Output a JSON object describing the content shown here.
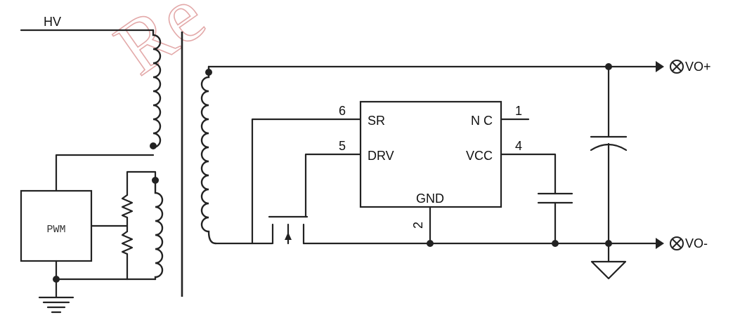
{
  "watermark": "Re",
  "labels": {
    "hv": "HV",
    "pwm": "PWM",
    "vo_plus": "VO+",
    "vo_minus": "VO-"
  },
  "ic": {
    "pins": {
      "sr": {
        "number": "6",
        "name": "SR"
      },
      "drv": {
        "number": "5",
        "name": "DRV"
      },
      "nc": {
        "number": "1",
        "name": "N C"
      },
      "vcc": {
        "number": "4",
        "name": "VCC"
      },
      "gnd": {
        "number": "2",
        "name": "GND"
      }
    }
  }
}
